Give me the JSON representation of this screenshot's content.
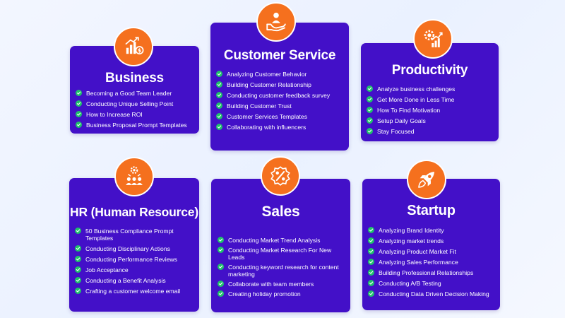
{
  "colors": {
    "background": "#eef3ff",
    "card": "#4310c8",
    "badge": "#f5701e",
    "check": "#1fc16b"
  },
  "cards": [
    {
      "id": "business",
      "title": "Business",
      "icon": "growth-chart-dollar-icon",
      "items": [
        "Becoming a Good Team Leader",
        "Conducting Unique Selling Point",
        "How to Increase ROI",
        "Business Proposal Prompt Templates"
      ]
    },
    {
      "id": "customer-service",
      "title": "Customer Service",
      "icon": "hand-person-care-icon",
      "items": [
        "Analyzing Customer Behavior",
        "Building Customer Relationship",
        "Conducting customer feedback survey",
        "Building Customer Trust",
        "Customer Services Templates",
        "Collaborating with influencers"
      ]
    },
    {
      "id": "productivity",
      "title": "Productivity",
      "icon": "gear-chart-icon",
      "items": [
        "Analyze business challenges",
        "Get More Done in Less Time",
        "How To Find Motivation",
        "Setup Daily Goals",
        "Stay Focused"
      ]
    },
    {
      "id": "hr",
      "title": "HR (Human Resource)",
      "icon": "team-gear-icon",
      "items": [
        "50 Business Compliance Prompt Templates",
        "Conducting Disciplinary Actions",
        "Conducting Performance Reviews",
        "Job Acceptance",
        "Conducting a Benefit Analysis",
        "Crafting a customer welcome email"
      ]
    },
    {
      "id": "sales",
      "title": "Sales",
      "icon": "percent-tag-icon",
      "items": [
        "Conducting Market Trend Analysis",
        "Conducting Market Research For New Leads",
        "Conducting keyword research for content marketing",
        "Collaborate with team members",
        "Creating holiday promotion"
      ]
    },
    {
      "id": "startup",
      "title": "Startup",
      "icon": "rocket-icon",
      "items": [
        "Analyzing Brand Identity",
        "Analyzing market trends",
        "Analyzing Product Market Fit",
        "Analyzing Sales Performance",
        "Building Professional Relationships",
        "Conducting A/B Testing",
        "Conducting Data Driven Decision Making"
      ]
    }
  ]
}
